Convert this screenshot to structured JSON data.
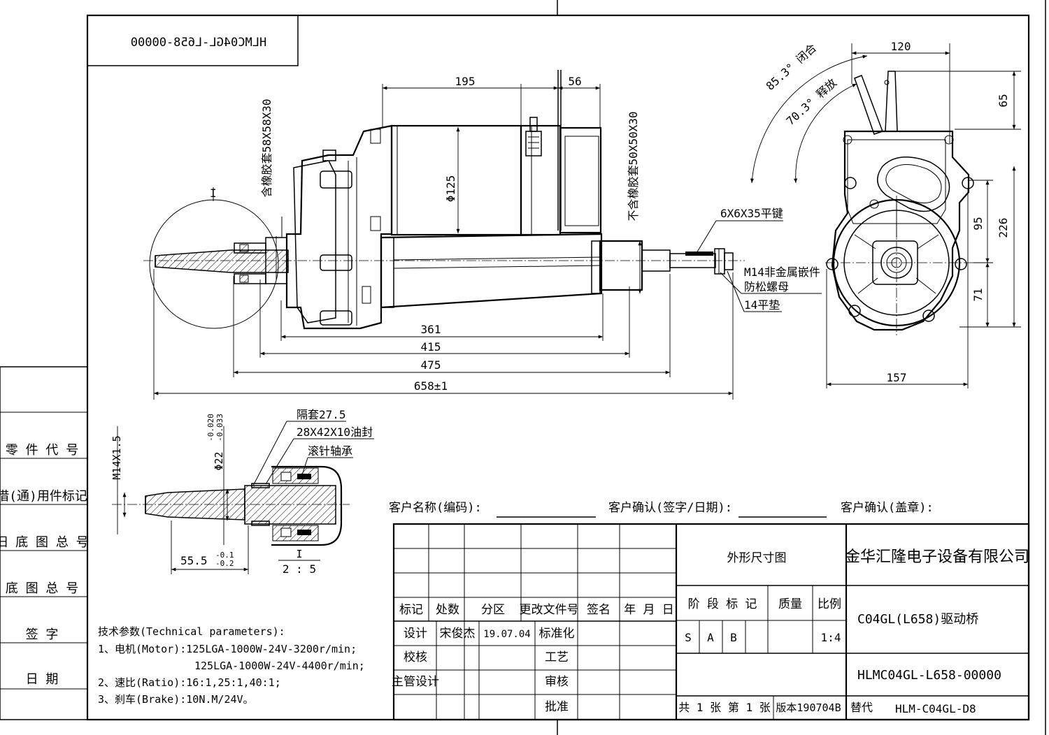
{
  "drawing_code_mirrored": "HLMC04GL-L658-00000",
  "main_view": {
    "dims": {
      "d195": "195",
      "d56": "56",
      "d361": "361",
      "d415": "415",
      "d475": "475",
      "d658": "658±1",
      "motor_dia": "Φ125"
    },
    "labels": {
      "rubber_left": "含橡胶套58X58X30",
      "rubber_right": "不含橡胶套50X50X30",
      "key": "6X6X35平键",
      "nut1": "M14非金属嵌件",
      "nut2": "防松螺母",
      "washer": "14平垫",
      "detail_mark": "I"
    }
  },
  "side_view": {
    "dims": {
      "d120": "120",
      "d65": "65",
      "d95": "95",
      "d226": "226",
      "d71": "71",
      "d157": "157"
    },
    "angle_close": "85.3° 闭合",
    "angle_release": "70.3° 释放"
  },
  "detail_view": {
    "thread": "M14X1.5",
    "dia": "Φ22",
    "tol_up": "-0.020",
    "tol_low": "-0.033",
    "spacer": "隔套27.5",
    "seal": "28X42X10油封",
    "bearing": "滚针轴承",
    "len": "55.5",
    "len_tol_up": "-0.1",
    "len_tol_low": "-0.2",
    "scale_mark": "I",
    "scale": "2 : 5"
  },
  "left_strip": [
    "零 件 代 号",
    "借(通)用件标记",
    "旧 底 图 总 号",
    "底 图 总 号",
    "签   字",
    "日   期"
  ],
  "tech": {
    "title": "技术参数(Technical parameters):",
    "line1": "1、电机(Motor):125LGA-1000W-24V-3200r/min;",
    "line2": "125LGA-1000W-24V-4400r/min;",
    "line3": "2、速比(Ratio):16:1,25:1,40:1;",
    "line4": "3、刹车(Brake):10N.M/24V。"
  },
  "customer": {
    "name": "客户名称(编码):",
    "confirm_sign": "客户确认(签字/日期):",
    "confirm_seal": "客户确认(盖章):"
  },
  "title_block": {
    "col_headers": [
      "标记",
      "处数",
      "分区",
      "更改文件号",
      "签名",
      "年 月 日"
    ],
    "design": "设计",
    "designer": "宋俊杰",
    "design_date": "19.07.04",
    "standardize": "标准化",
    "check": "校核",
    "process": "工艺",
    "chief": "主管设计",
    "review": "审核",
    "approve": "批准",
    "drawing_type": "外形尺寸图",
    "stage": "阶 段 标 记",
    "mass": "质量",
    "scale_label": "比例",
    "stage_marks": [
      "S",
      "A",
      "B"
    ],
    "scale_value": "1:4",
    "company": "金华汇隆电子设备有限公司",
    "product": "C04GL(L658)驱动桥",
    "drawing_no": "HLMC04GL-L658-00000",
    "sheets": "共 1 张  第 1 张",
    "version": "版本190704B",
    "replace_label": "替代",
    "replace_no": "HLM-C04GL-D8"
  }
}
